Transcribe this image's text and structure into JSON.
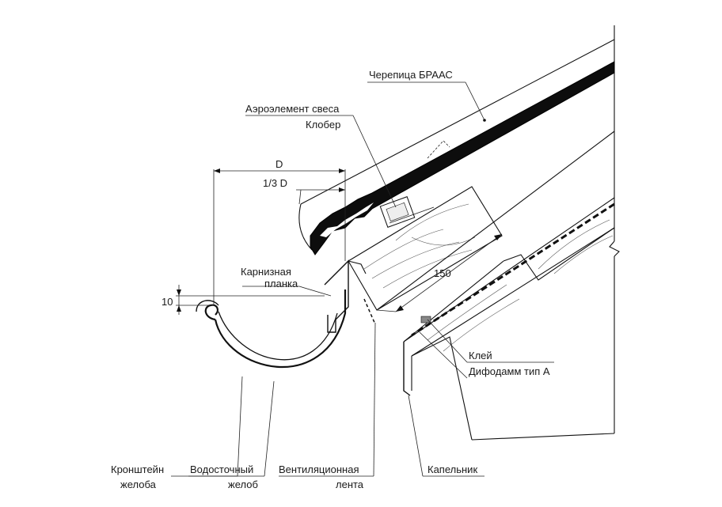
{
  "labels": {
    "tile": "Черепица БРААС",
    "aero_line1": "Аэроэлемент свеса",
    "aero_line2": "Клобер",
    "dim_d": "D",
    "dim_third_d": "1/3 D",
    "eaves_line1": "Карнизная",
    "eaves_line2": "планка",
    "dim_10": "10",
    "dim_150": "150",
    "glue": "Клей",
    "difodamm": "Дифодамм тип А",
    "bracket_line1": "Кронштейн",
    "bracket_line2": "желоба",
    "gutter_line1": "Водосточный",
    "gutter_line2": "желоб",
    "vent_line1": "Вентиляционная",
    "vent_line2": "лента",
    "drip": "Капельник"
  }
}
